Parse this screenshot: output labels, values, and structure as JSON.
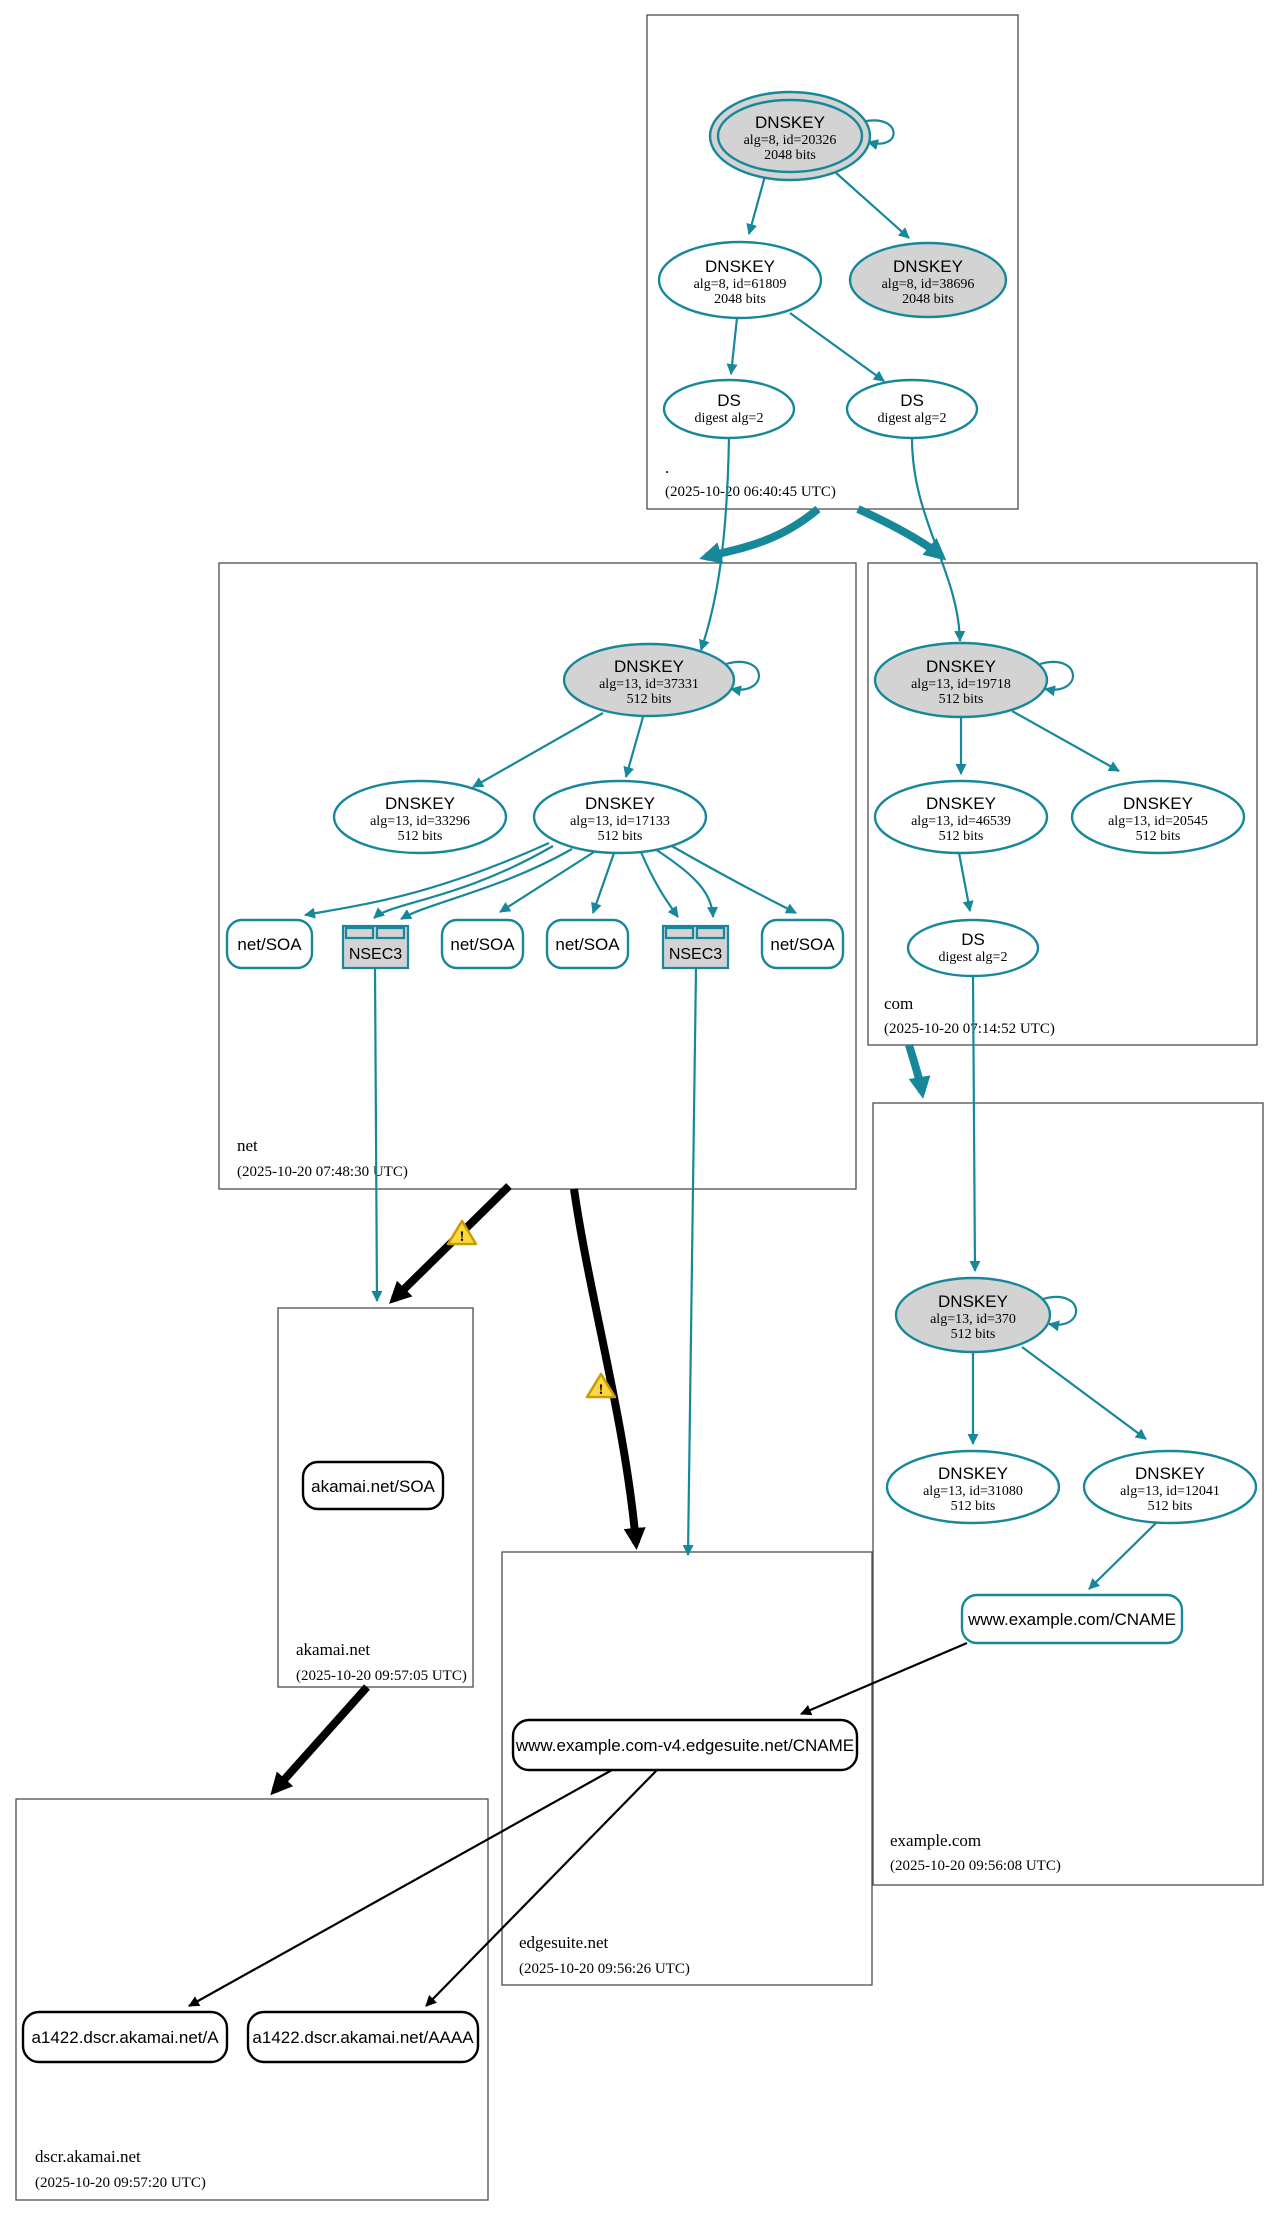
{
  "colors": {
    "secure_teal": "#17879a",
    "insecure_black": "#000000",
    "sep_key_fill": "#d3d3d3",
    "node_fill": "#ffffff",
    "zone_border": "#4d4d4d",
    "warning_fill": "#ffd83d",
    "warning_border": "#c99c06"
  },
  "zones": {
    "root": {
      "name": ".",
      "timestamp": "(2025-10-20 06:40:45 UTC)"
    },
    "net": {
      "name": "net",
      "timestamp": "(2025-10-20 07:48:30 UTC)"
    },
    "com": {
      "name": "com",
      "timestamp": "(2025-10-20 07:14:52 UTC)"
    },
    "example_com": {
      "name": "example.com",
      "timestamp": "(2025-10-20 09:56:08 UTC)"
    },
    "akamai_net": {
      "name": "akamai.net",
      "timestamp": "(2025-10-20 09:57:05 UTC)"
    },
    "edgesuite_net": {
      "name": "edgesuite.net",
      "timestamp": "(2025-10-20 09:56:26 UTC)"
    },
    "dscr_akamai_net": {
      "name": "dscr.akamai.net",
      "timestamp": "(2025-10-20 09:57:20 UTC)"
    }
  },
  "nodes": {
    "root_ksk": {
      "title": "DNSKEY",
      "detail": "alg=8, id=20326",
      "bits": "2048 bits"
    },
    "root_zsk": {
      "title": "DNSKEY",
      "detail": "alg=8, id=61809",
      "bits": "2048 bits"
    },
    "root_ksk2": {
      "title": "DNSKEY",
      "detail": "alg=8, id=38696",
      "bits": "2048 bits"
    },
    "root_ds_net": {
      "title": "DS",
      "detail": "digest alg=2"
    },
    "root_ds_com": {
      "title": "DS",
      "detail": "digest alg=2"
    },
    "net_ksk": {
      "title": "DNSKEY",
      "detail": "alg=13, id=37331",
      "bits": "512 bits"
    },
    "net_zsk_33296": {
      "title": "DNSKEY",
      "detail": "alg=13, id=33296",
      "bits": "512 bits"
    },
    "net_zsk_17133": {
      "title": "DNSKEY",
      "detail": "alg=13, id=17133",
      "bits": "512 bits"
    },
    "net_soa_1": {
      "label": "net/SOA"
    },
    "net_soa_2": {
      "label": "net/SOA"
    },
    "net_soa_3": {
      "label": "net/SOA"
    },
    "net_soa_4": {
      "label": "net/SOA"
    },
    "net_nsec3_1": {
      "label": "NSEC3"
    },
    "net_nsec3_2": {
      "label": "NSEC3"
    },
    "com_ksk": {
      "title": "DNSKEY",
      "detail": "alg=13, id=19718",
      "bits": "512 bits"
    },
    "com_zsk_46539": {
      "title": "DNSKEY",
      "detail": "alg=13, id=46539",
      "bits": "512 bits"
    },
    "com_zsk_20545": {
      "title": "DNSKEY",
      "detail": "alg=13, id=20545",
      "bits": "512 bits"
    },
    "com_ds": {
      "title": "DS",
      "detail": "digest alg=2"
    },
    "example_ksk": {
      "title": "DNSKEY",
      "detail": "alg=13, id=370",
      "bits": "512 bits"
    },
    "example_zsk_31080": {
      "title": "DNSKEY",
      "detail": "alg=13, id=31080",
      "bits": "512 bits"
    },
    "example_zsk_12041": {
      "title": "DNSKEY",
      "detail": "alg=13, id=12041",
      "bits": "512 bits"
    },
    "www_cname": {
      "label": "www.example.com/CNAME"
    },
    "akamai_soa": {
      "label": "akamai.net/SOA"
    },
    "v4_cname": {
      "label": "www.example.com-v4.edgesuite.net/CNAME"
    },
    "a1422_a": {
      "label": "a1422.dscr.akamai.net/A"
    },
    "a1422_aaaa": {
      "label": "a1422.dscr.akamai.net/AAAA"
    }
  },
  "icons": {
    "warning_glyph": "!"
  }
}
